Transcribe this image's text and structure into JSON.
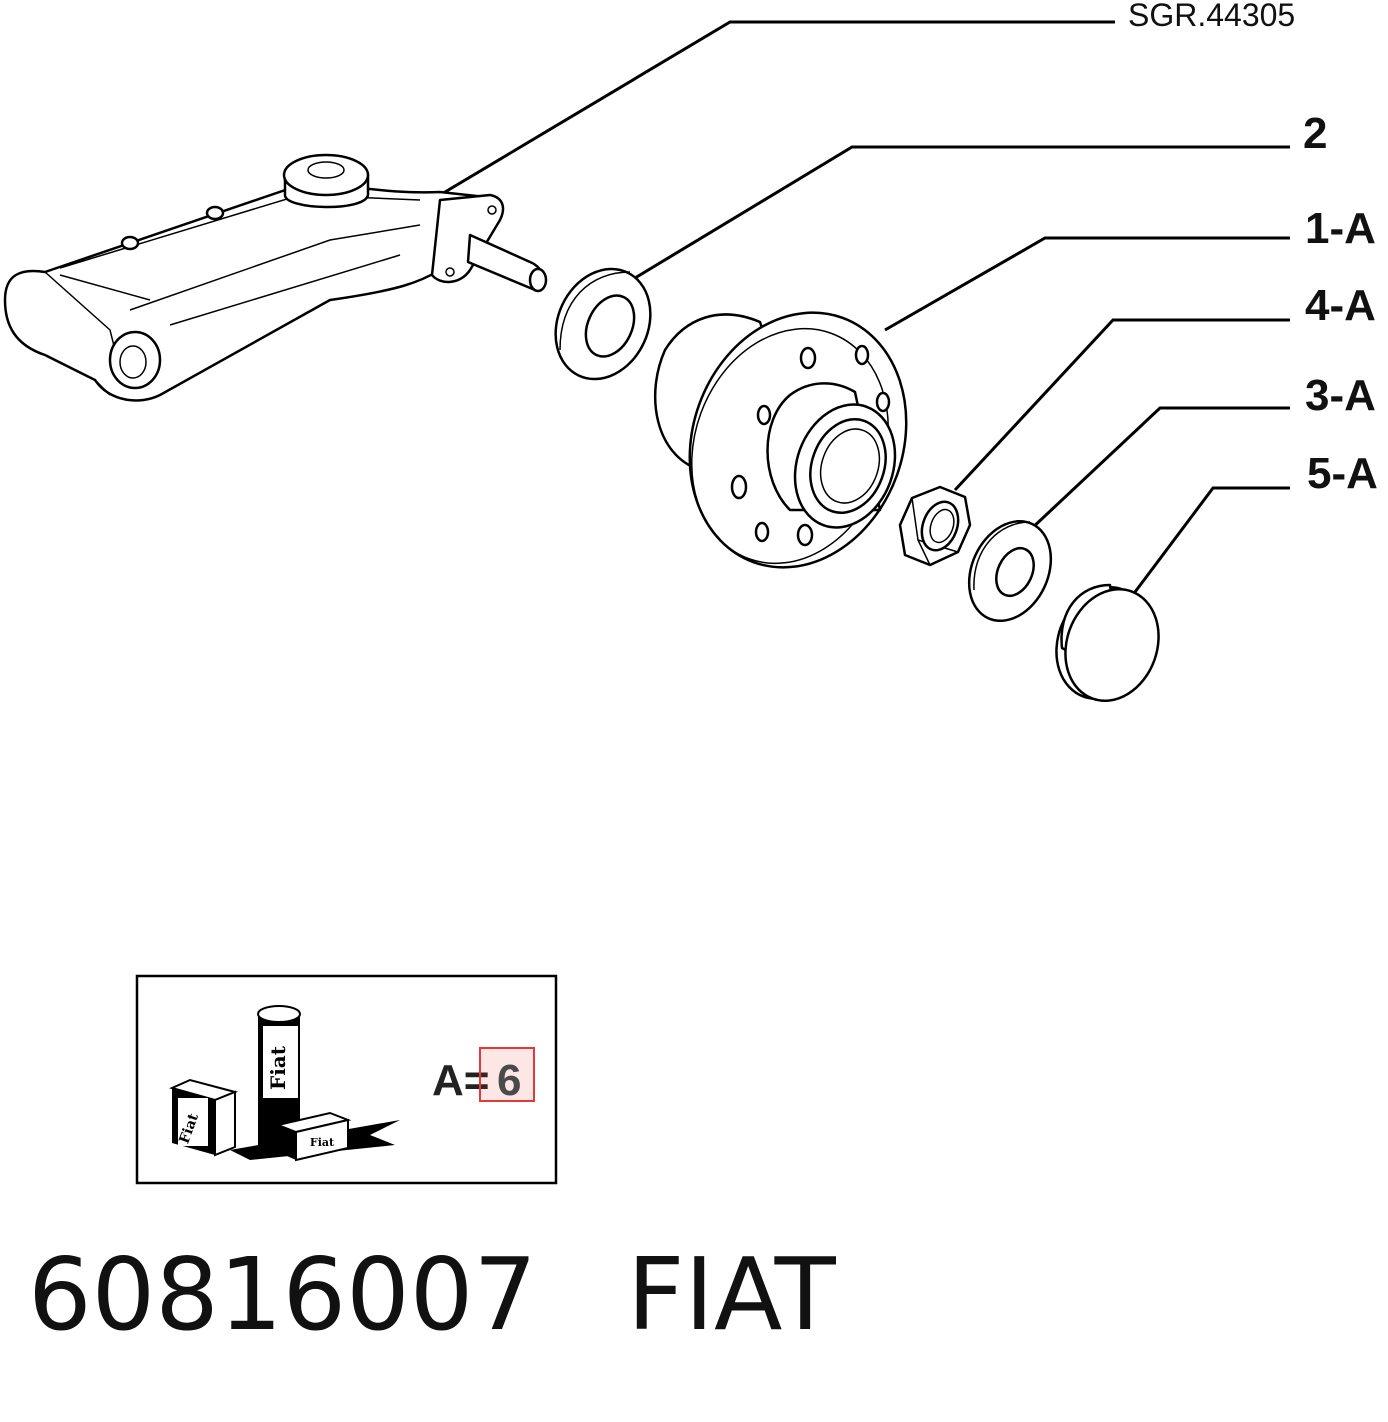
{
  "reference_code": "SGR.44305",
  "callouts": {
    "c2": "2",
    "c1a": "1-A",
    "c4a": "4-A",
    "c3a": "3-A",
    "c5a": "5-A"
  },
  "legend": {
    "prefix": "A=",
    "quantity": "6",
    "logo_text": "Fiat",
    "highlight_color": "#e53935"
  },
  "footer": {
    "part_number": "60816007",
    "brand": "FIAT"
  }
}
